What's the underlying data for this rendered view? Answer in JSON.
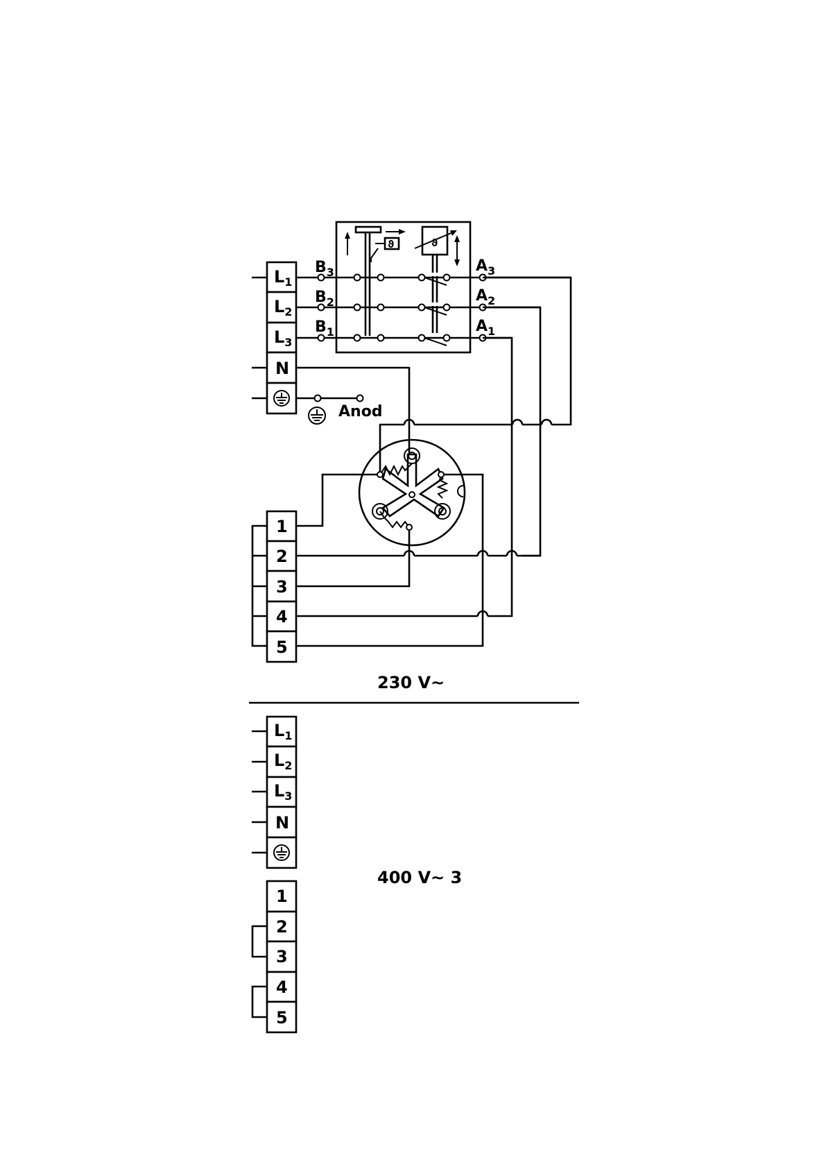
{
  "top_terminals": [
    {
      "id": "L1",
      "main": "L",
      "sub": "1"
    },
    {
      "id": "L2",
      "main": "L",
      "sub": "2"
    },
    {
      "id": "L3",
      "main": "L",
      "sub": "3"
    },
    {
      "id": "N",
      "main": "N",
      "sub": ""
    },
    {
      "id": "PE",
      "main": "",
      "sub": "",
      "icon": "ground-icon"
    }
  ],
  "top_numbered_terminals": [
    "1",
    "2",
    "3",
    "4",
    "5"
  ],
  "switch_in_labels": [
    {
      "main": "B",
      "sub": "3"
    },
    {
      "main": "B",
      "sub": "2"
    },
    {
      "main": "B",
      "sub": "1"
    }
  ],
  "switch_out_labels": [
    {
      "main": "A",
      "sub": "3"
    },
    {
      "main": "A",
      "sub": "2"
    },
    {
      "main": "A",
      "sub": "1"
    }
  ],
  "anode_label": "Anod",
  "section_230": "230  V~",
  "bottom_terminals": [
    {
      "id": "L1",
      "main": "L",
      "sub": "1"
    },
    {
      "id": "L2",
      "main": "L",
      "sub": "2"
    },
    {
      "id": "L3",
      "main": "L",
      "sub": "3"
    },
    {
      "id": "N",
      "main": "N",
      "sub": ""
    },
    {
      "id": "PE",
      "main": "",
      "sub": "",
      "icon": "ground-icon"
    }
  ],
  "bottom_numbered_terminals": [
    "1",
    "2",
    "3",
    "4",
    "5"
  ],
  "section_400": "400  V~  3",
  "thermostat_symbol": "ϑ",
  "colors": {
    "ink": "#000000",
    "paper": "#ffffff"
  }
}
